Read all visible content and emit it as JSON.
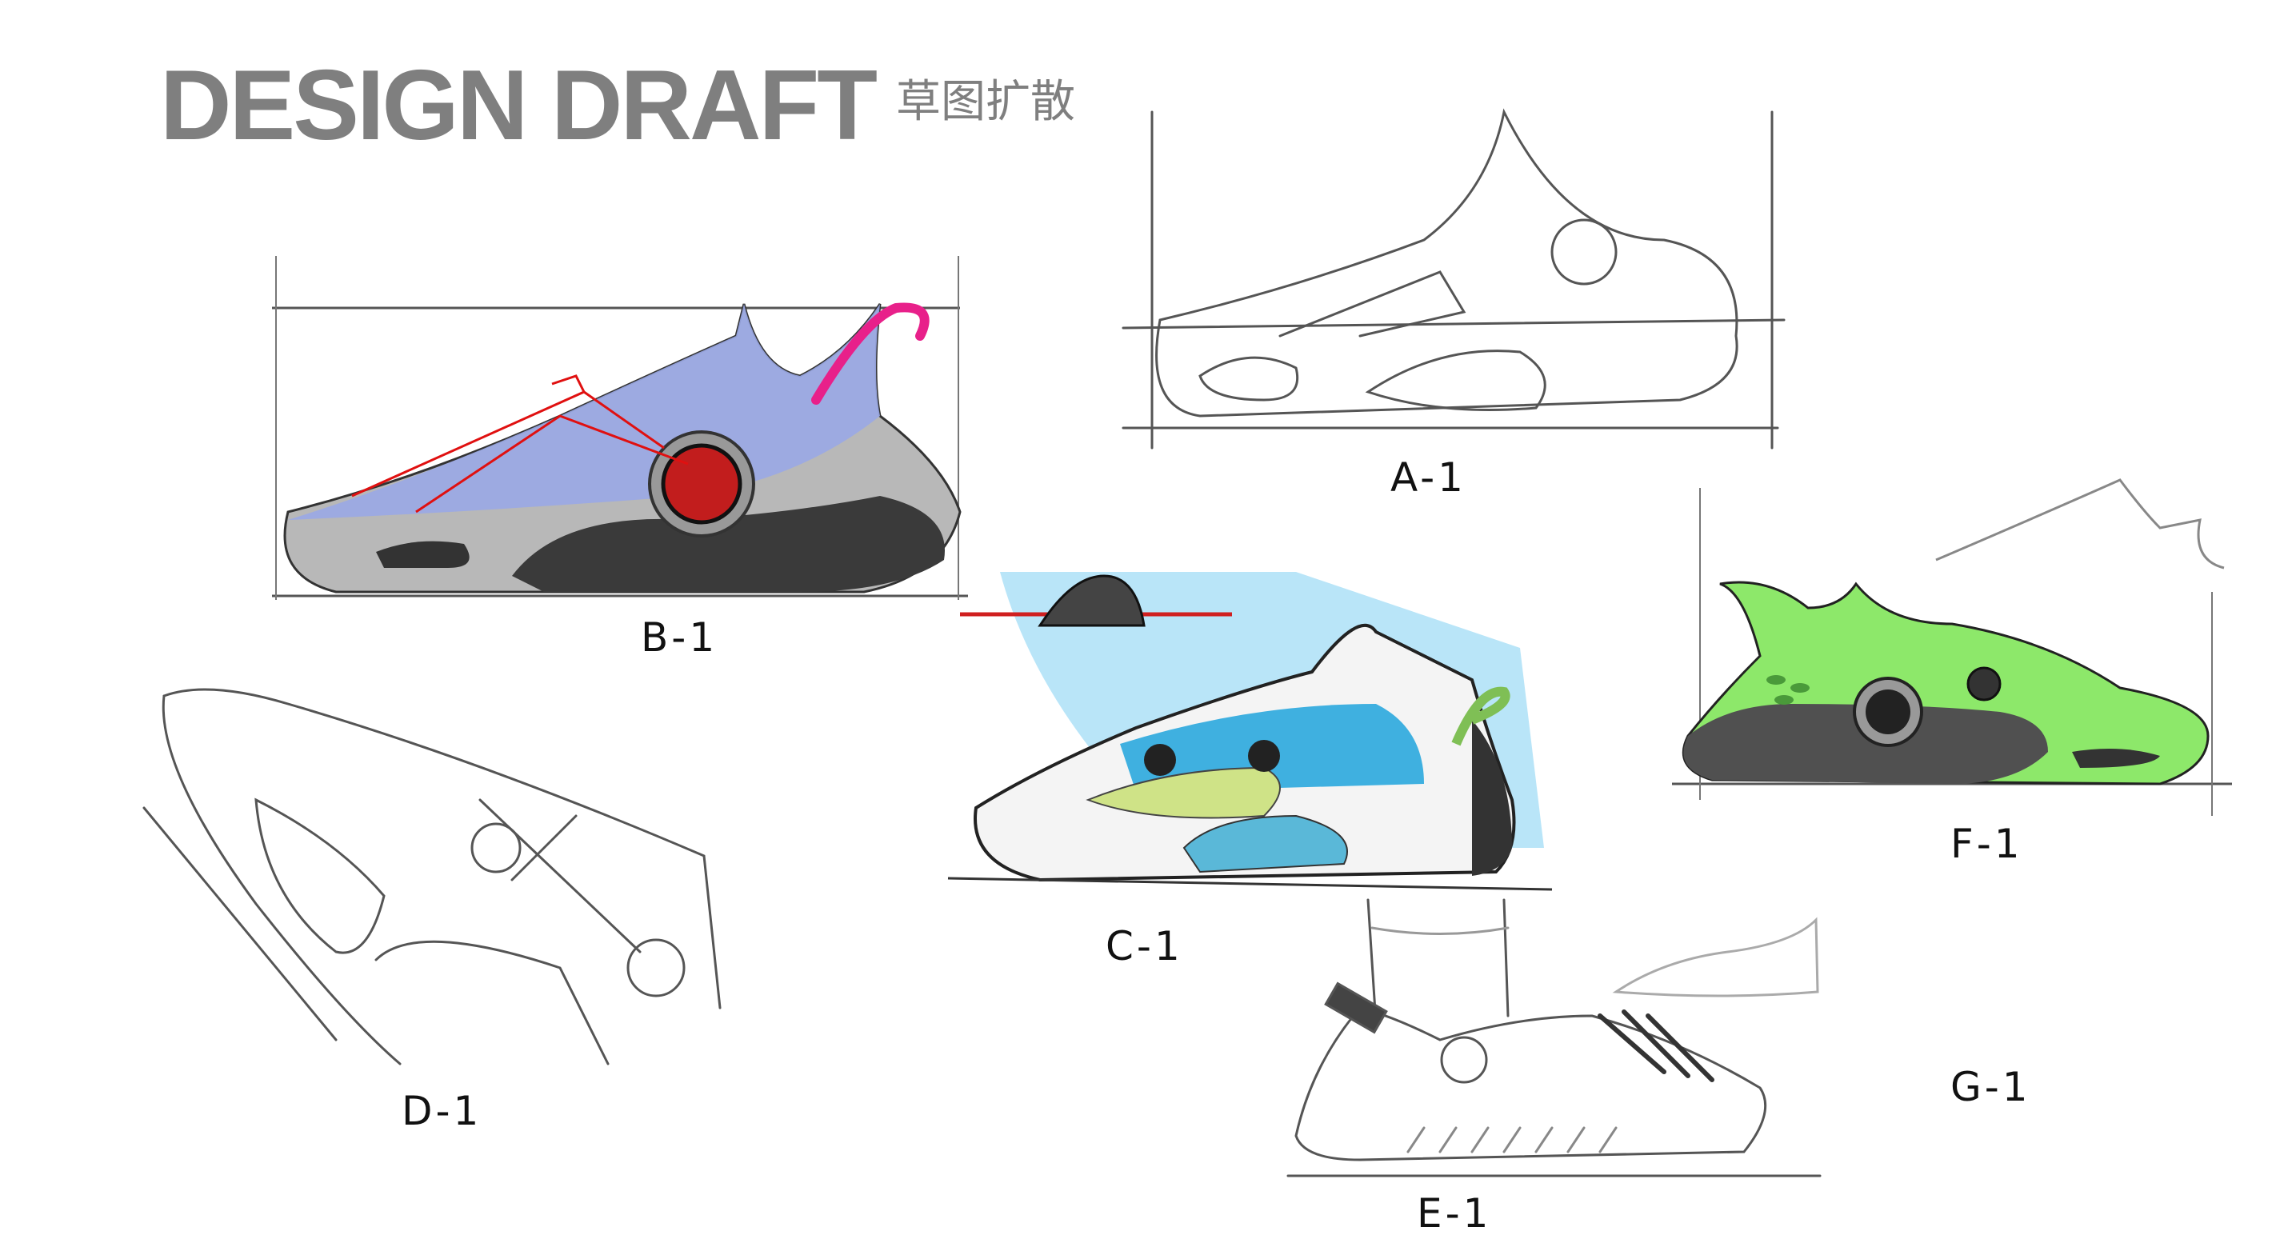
{
  "header": {
    "title": "DESIGN DRAFT",
    "subtitle": "草图扩散"
  },
  "sketches": [
    {
      "label": "A-1",
      "style": "pencil line sketch"
    },
    {
      "label": "B-1",
      "color": "#9aa8e6",
      "accent": "#e8208a"
    },
    {
      "label": "C-1",
      "color": "#43b8e8",
      "accent": "#b9d96a"
    },
    {
      "label": "D-1",
      "style": "pencil close-up"
    },
    {
      "label": "E-1",
      "style": "pencil line sketch"
    },
    {
      "label": "F-1",
      "color": "#8de86a"
    },
    {
      "label": "G-1"
    }
  ],
  "colors": {
    "title": "#7f7f7f",
    "label": "#111111"
  }
}
